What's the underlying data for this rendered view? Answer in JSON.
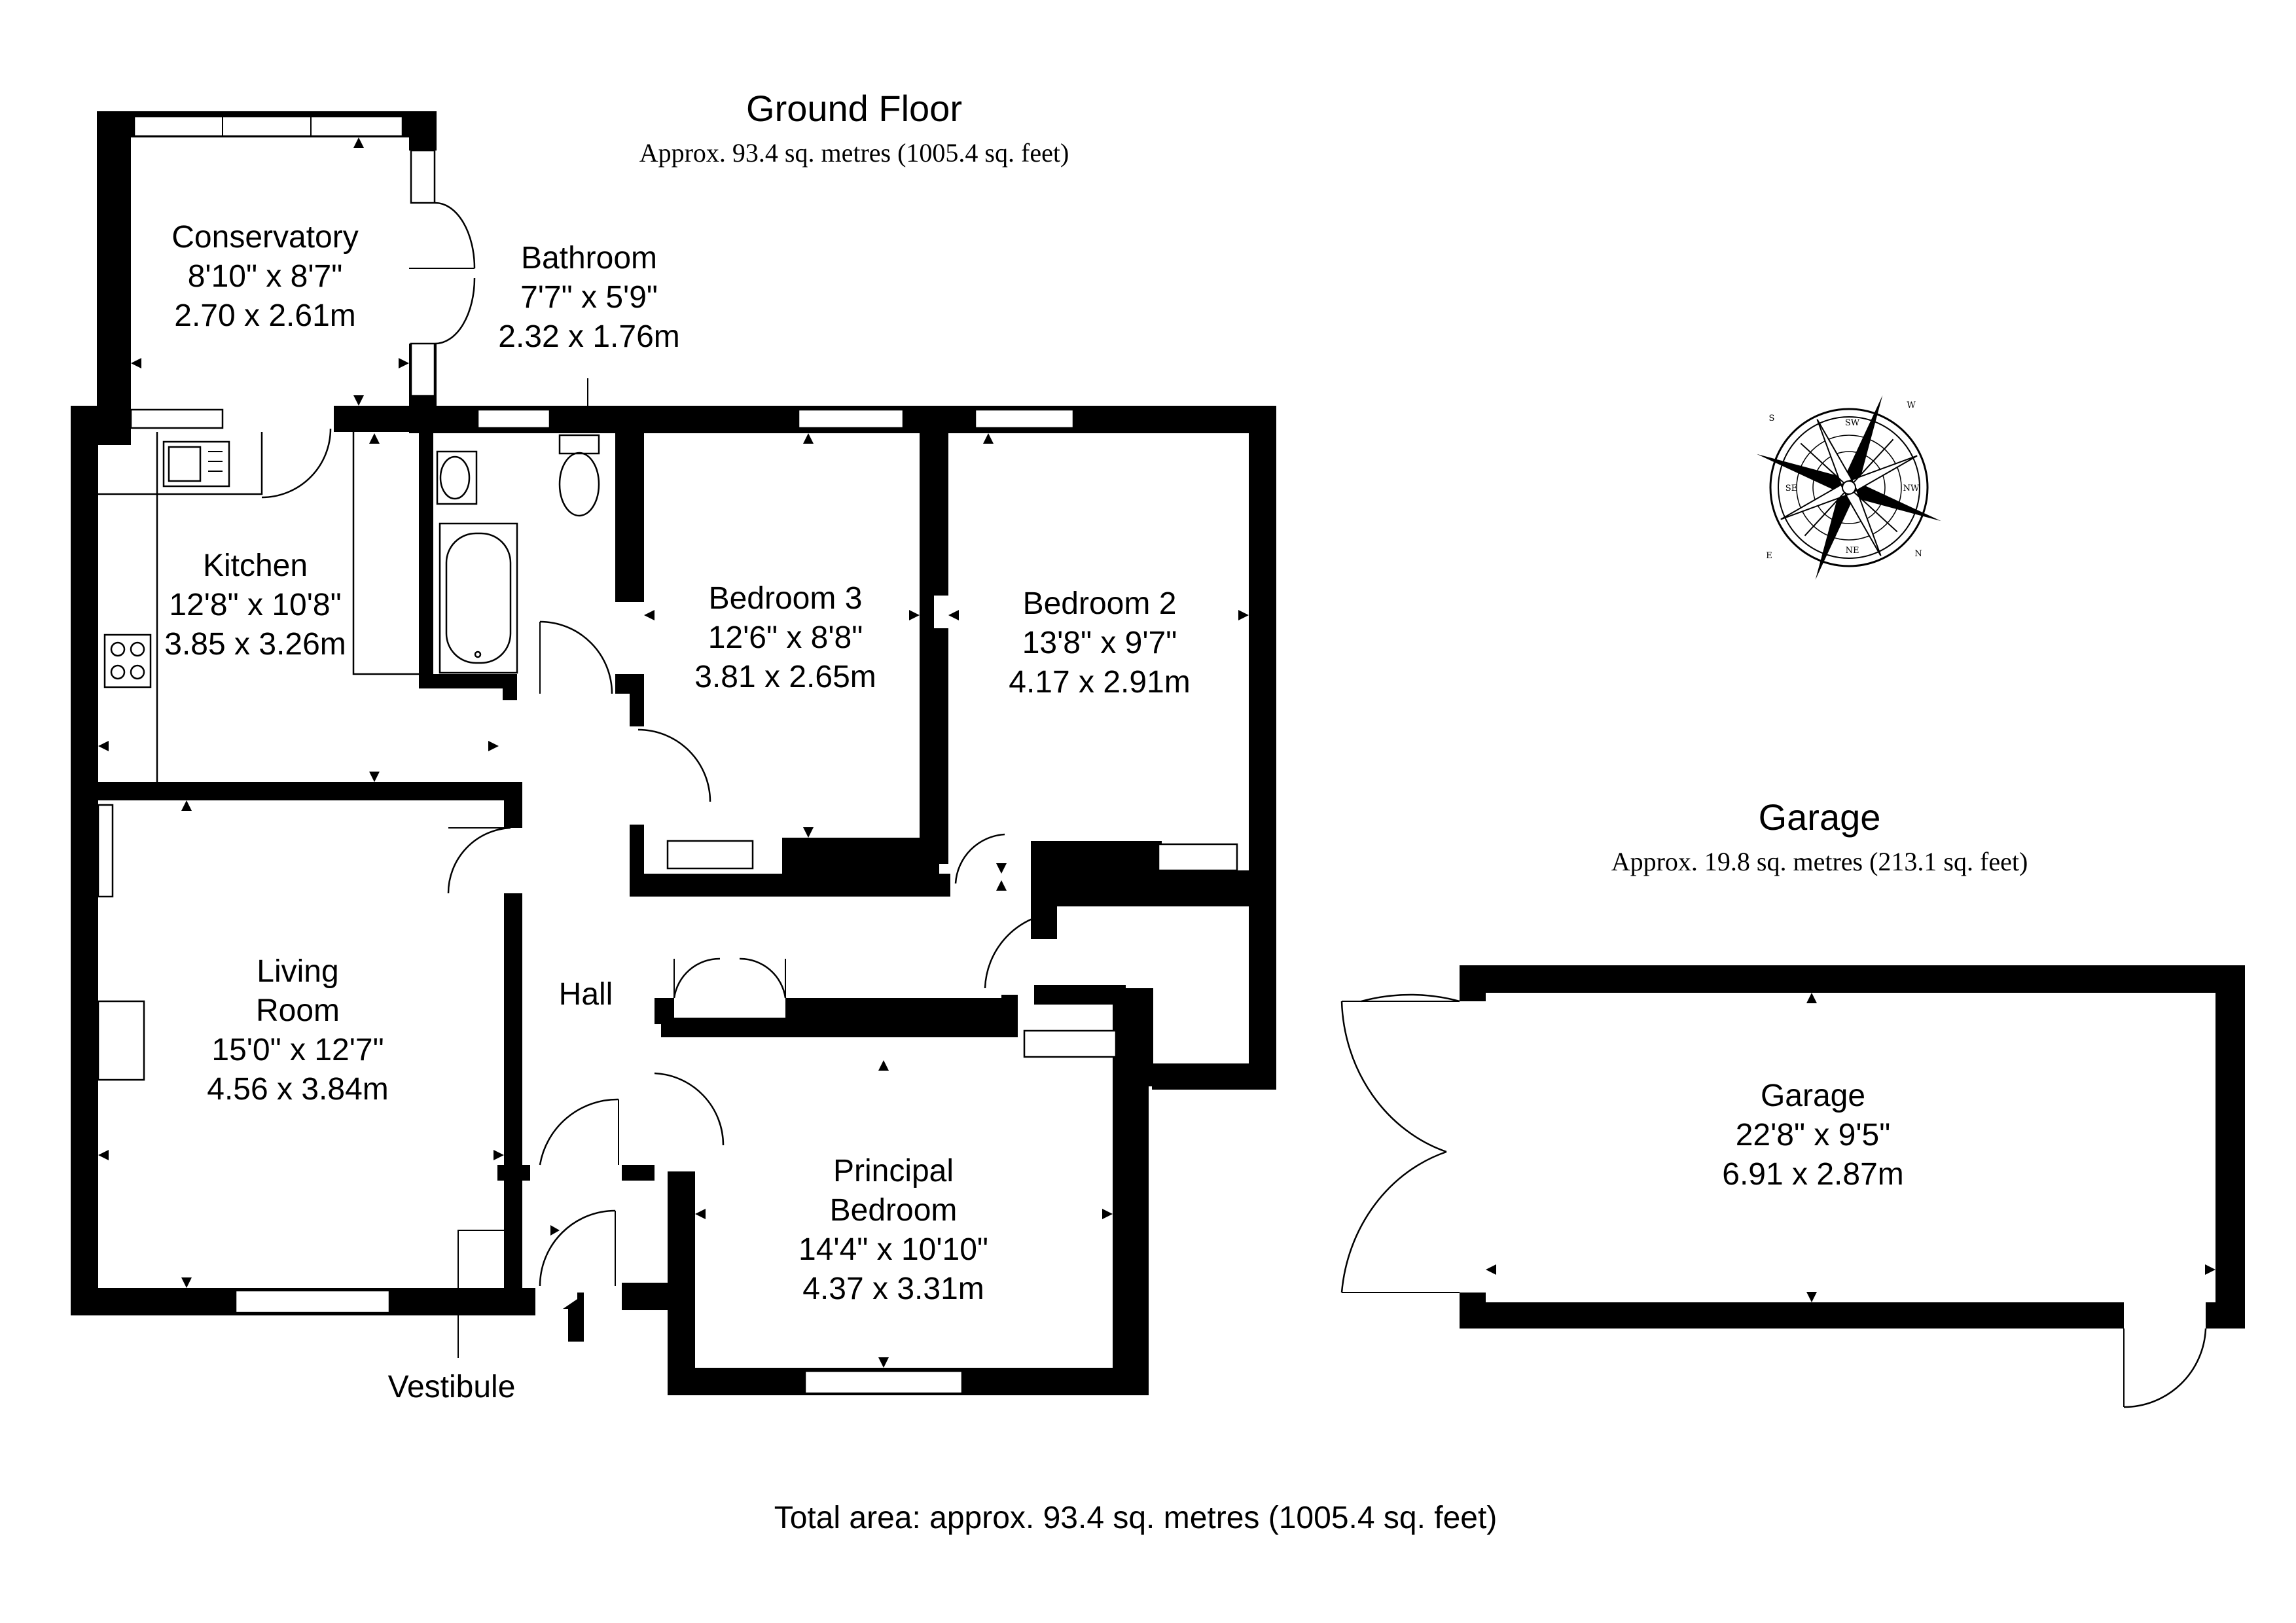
{
  "ground_floor": {
    "title": "Ground Floor",
    "area": "Approx. 93.4 sq. metres (1005.4 sq. feet)"
  },
  "garage_block": {
    "title": "Garage",
    "area": "Approx. 19.8 sq. metres (213.1 sq. feet)"
  },
  "total": "Total area: approx. 93.4 sq. metres (1005.4 sq. feet)",
  "rooms": {
    "conservatory": {
      "name": "Conservatory",
      "imperial": "8'10\" x 8'7\"",
      "metric": "2.70 x 2.61m"
    },
    "bathroom": {
      "name": "Bathroom",
      "imperial": "7'7\" x 5'9\"",
      "metric": "2.32 x 1.76m"
    },
    "kitchen": {
      "name": "Kitchen",
      "imperial": "12'8\" x 10'8\"",
      "metric": "3.85 x 3.26m"
    },
    "bedroom3": {
      "name": "Bedroom 3",
      "imperial": "12'6\" x 8'8\"",
      "metric": "3.81 x 2.65m"
    },
    "bedroom2": {
      "name": "Bedroom 2",
      "imperial": "13'8\" x 9'7\"",
      "metric": "4.17 x 2.91m"
    },
    "living": {
      "name1": "Living",
      "name2": "Room",
      "imperial": "15'0\" x 12'7\"",
      "metric": "4.56 x 3.84m"
    },
    "hall": {
      "name": "Hall"
    },
    "principal": {
      "name1": "Principal",
      "name2": "Bedroom",
      "imperial": "14'4\" x 10'10\"",
      "metric": "4.37 x 3.31m"
    },
    "vestibule": {
      "name": "Vestibule"
    },
    "garage": {
      "name": "Garage",
      "imperial": "22'8\" x 9'5\"",
      "metric": "6.91 x 2.87m"
    }
  },
  "compass": {
    "outer": {
      "w": "W",
      "n": "N",
      "e": "E",
      "s": "S"
    },
    "inner": {
      "sw": "SW",
      "nw": "NW",
      "ne": "NE",
      "se": "SE"
    }
  }
}
